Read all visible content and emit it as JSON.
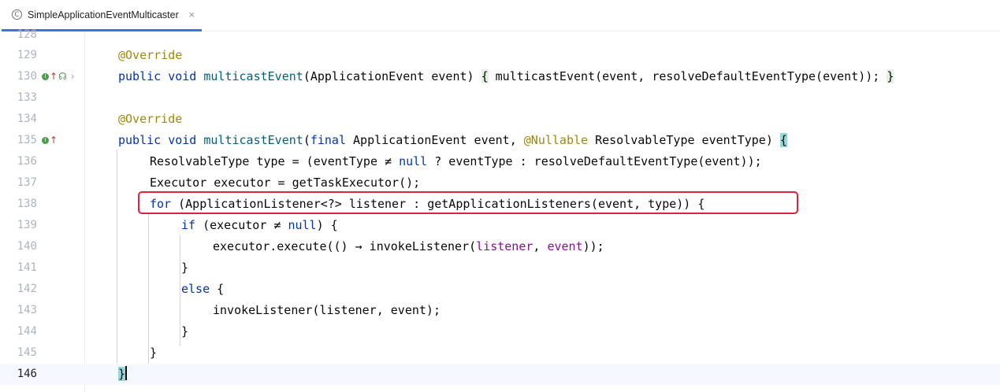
{
  "tab": {
    "title": "SimpleApplicationEventMulticaster",
    "icon": "C",
    "close": "×"
  },
  "lines": [
    {
      "no": "128",
      "code": ""
    },
    {
      "no": "129",
      "code": "@Override"
    },
    {
      "no": "130",
      "code": "public void multicastEvent(ApplicationEvent event) { multicastEvent(event, resolveDefaultEventType(event)); }"
    },
    {
      "no": "133",
      "code": ""
    },
    {
      "no": "134",
      "code": "@Override"
    },
    {
      "no": "135",
      "code": "public void multicastEvent(final ApplicationEvent event, @Nullable ResolvableType eventType) {"
    },
    {
      "no": "136",
      "code": "ResolvableType type = (eventType ≠ null ? eventType : resolveDefaultEventType(event));"
    },
    {
      "no": "137",
      "code": "Executor executor = getTaskExecutor();"
    },
    {
      "no": "138",
      "code": "for (ApplicationListener<?> listener : getApplicationListeners(event, type)) {"
    },
    {
      "no": "139",
      "code": "if (executor ≠ null) {"
    },
    {
      "no": "140",
      "code": "executor.execute(() → invokeListener(listener, event));"
    },
    {
      "no": "141",
      "code": "}"
    },
    {
      "no": "142",
      "code": "else {"
    },
    {
      "no": "143",
      "code": "invokeListener(listener, event);"
    },
    {
      "no": "144",
      "code": "}"
    },
    {
      "no": "145",
      "code": "}"
    },
    {
      "no": "146",
      "code": "}"
    }
  ],
  "tokens": {
    "override": "@Override",
    "public": "public",
    "void": "void",
    "multicastEvent": "multicastEvent",
    "final": "final",
    "nullable": "@Nullable",
    "null": "null",
    "for": "for",
    "if": "if",
    "else": "else",
    "listener": "listener",
    "event": "event"
  },
  "colors": {
    "keyword": "#0033b3",
    "annotation": "#9e880d",
    "method": "#00627a",
    "parameter": "#871094",
    "highlight_box": "#e0213a",
    "tab_underline": "#3574f0"
  }
}
